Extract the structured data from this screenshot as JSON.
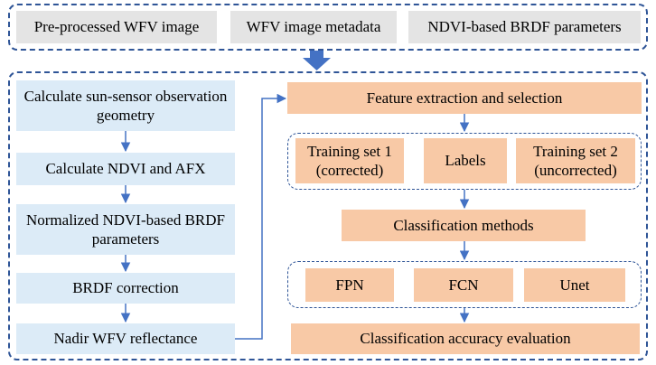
{
  "inputs": [
    "Pre-processed WFV image",
    "WFV image metadata",
    "NDVI-based BRDF parameters"
  ],
  "left_steps": [
    "Calculate sun-sensor observation geometry",
    "Calculate NDVI and AFX",
    "Normalized NDVI-based BRDF parameters",
    "BRDF correction",
    "Nadir WFV reflectance"
  ],
  "right_steps": {
    "feature": "Feature extraction and selection",
    "training_set_1": "Training set 1 (corrected)",
    "labels": "Labels",
    "training_set_2": "Training set 2 (uncorrected)",
    "classification": "Classification methods",
    "methods": [
      "FPN",
      "FCN",
      "Unet"
    ],
    "evaluation": "Classification accuracy evaluation"
  },
  "colors": {
    "input_fill": "#e4e4e4",
    "left_fill": "#dcebf7",
    "right_fill": "#f8c9a6",
    "border_blue": "#2f5597",
    "arrow_blue": "#4472c4"
  }
}
